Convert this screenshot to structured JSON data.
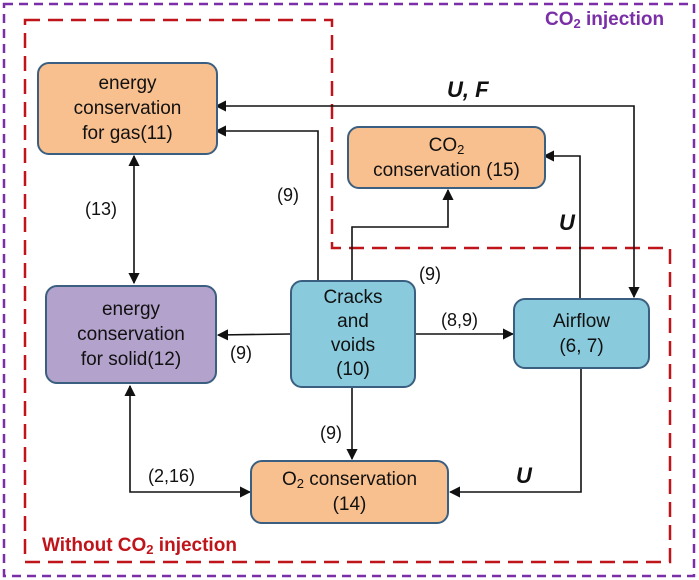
{
  "regions": {
    "co2": {
      "label_prefix": "CO",
      "label_sub": "2",
      "label_suffix": " injection",
      "color": "#7a2fa8"
    },
    "without_co2": {
      "label_prefix": "Without CO",
      "label_sub": "2",
      "label_suffix": " injection",
      "color": "#c0141b"
    }
  },
  "nodes": {
    "gas": {
      "line1": "energy",
      "line2": "conservation",
      "line3": "for gas(11)"
    },
    "co2": {
      "line1_prefix": "CO",
      "line1_sub": "2",
      "line2": "conservation (15)"
    },
    "solid": {
      "line1": "energy",
      "line2": "conservation",
      "line3": "for solid(12)"
    },
    "cracks": {
      "line1": "Cracks",
      "line2": "and",
      "line3": "voids",
      "line4": "(10)"
    },
    "airflow": {
      "line1": "Airflow",
      "line2": "(6, 7)"
    },
    "o2": {
      "line1_prefix": "O",
      "line1_sub": "2",
      "line1_suffix": " conservation",
      "line2": "(14)"
    }
  },
  "edge_labels": {
    "uf": "U, F",
    "u_co2": "U",
    "u_o2": "U",
    "gas_solid": "(13)",
    "cracks_gas": "(9)",
    "cracks_co2": "(9)",
    "cracks_airflow": "(8,9)",
    "cracks_solid": "(9)",
    "cracks_o2": "(9)",
    "solid_o2": "(2,16)"
  },
  "colors": {
    "node_orange": "#f9c08f",
    "node_purple": "#b3a2cc",
    "node_blue": "#89cbdc",
    "node_border": "#3b5f80"
  }
}
